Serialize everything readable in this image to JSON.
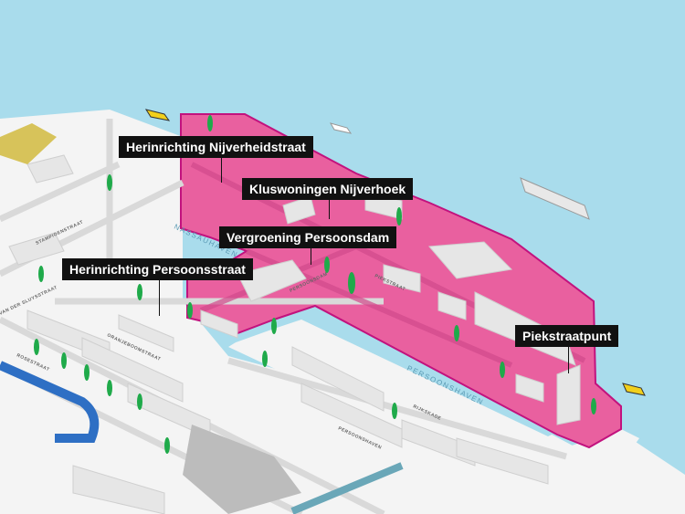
{
  "colors": {
    "water": "#a9dcec",
    "land": "#f4f4f4",
    "project_area": "#e9609f",
    "project_border": "#c2127e",
    "building": "#e6e6e6",
    "tree": "#1faa4a",
    "callout_bg": "#111111"
  },
  "callouts": [
    {
      "label": "Herinrichting Nijverheidstraat"
    },
    {
      "label": "Kluswoningen Nijverhoek"
    },
    {
      "label": "Vergroening Persoonsdam"
    },
    {
      "label": "Herinrichting Persoonsstraat"
    },
    {
      "label": "Piekstraatpunt"
    }
  ],
  "water_labels": {
    "nassauhaven": "NASSAUHAVEN",
    "persoonshaven": "PERSOONSHAVEN"
  },
  "streets": {
    "stampioenstraat": "STAMPIOENSTRAAT",
    "oranjeboomstraat": "ORANJEBOOMSTRAAT",
    "rosestraat": "ROSESTRAAT",
    "persoonsdam": "PERSOONSDAM",
    "piekstraat": "PIEKSTRAAT",
    "rijkskade": "RIJKSKADE",
    "persoonshaven_street": "PERSOONSHAVEN",
    "zwaanshals": "VAN DER SLUYSSTRAAT"
  }
}
